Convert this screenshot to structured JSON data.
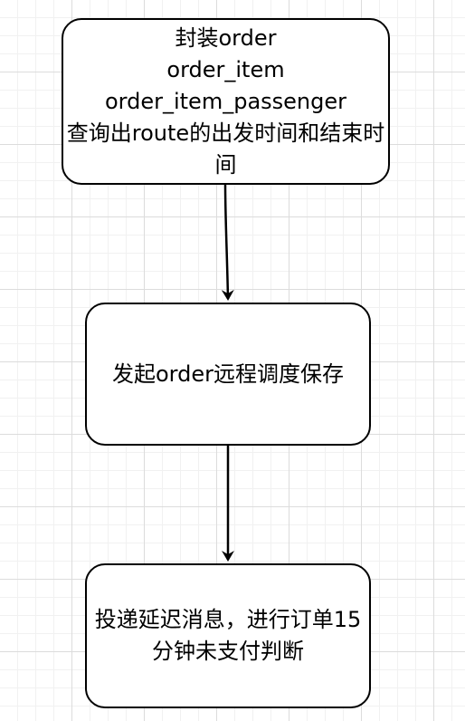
{
  "nodes": [
    {
      "id": "node-1",
      "text": "封装order\norder_item\norder_item_passenger\n查询出route的出发时间和结束时间"
    },
    {
      "id": "node-2",
      "text": "发起order远程调度保存"
    },
    {
      "id": "node-3",
      "text": "投递延迟消息，进行订单15分钟未支付判断"
    }
  ],
  "edges": [
    {
      "from": "node-1",
      "to": "node-2"
    },
    {
      "from": "node-2",
      "to": "node-3"
    }
  ],
  "colors": {
    "stroke": "#000000",
    "fill": "#ffffff",
    "grid_major": "#dcdcdc",
    "grid_minor": "#f1f1f1"
  }
}
